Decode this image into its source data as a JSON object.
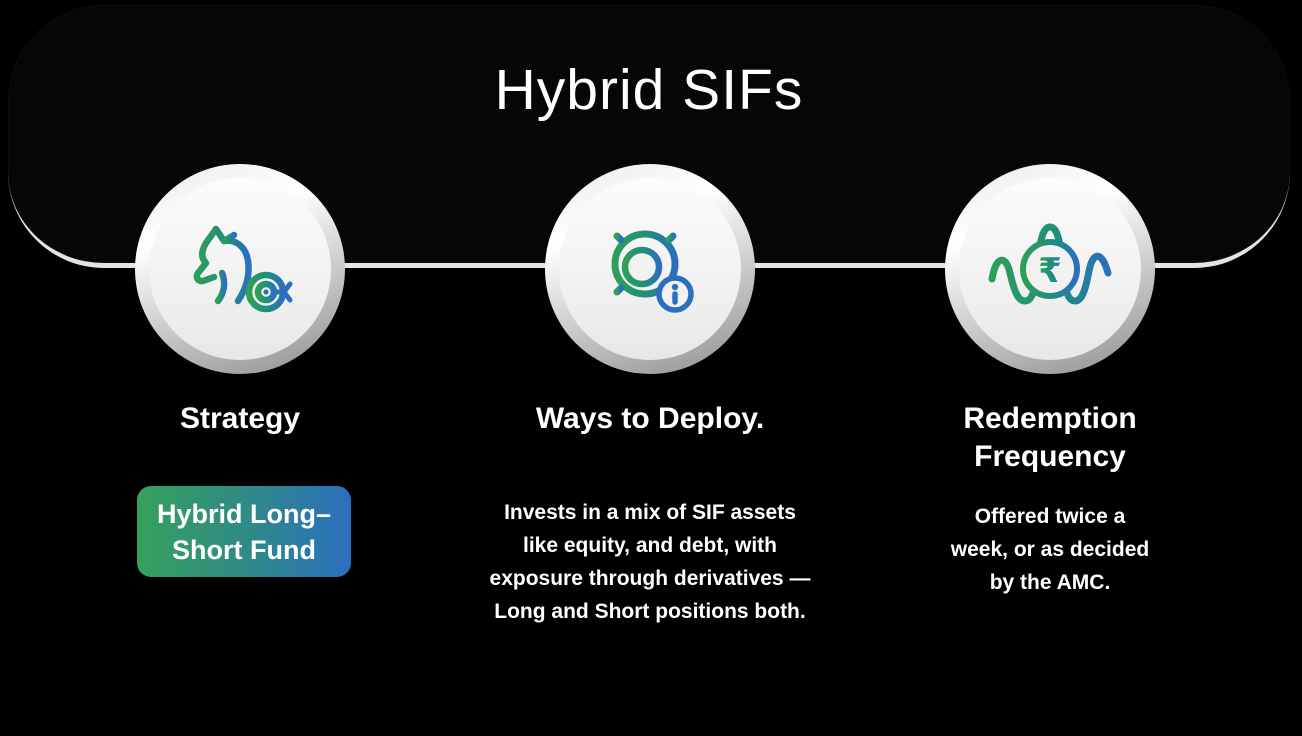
{
  "title": "Hybrid SIFs",
  "columns": [
    {
      "heading": "Strategy",
      "icon": "strategy-knight-target-icon",
      "badge": {
        "full_label": "Hybrid Long–Short Fund",
        "lines": [
          "Hybrid Long–",
          "Short Fund"
        ]
      }
    },
    {
      "heading": "Ways to Deploy.",
      "icon": "gear-info-icon",
      "body_lines": [
        "Invests in a mix of SIF assets",
        "like equity, and debt, with",
        "exposure through derivatives —",
        "Long and Short positions both."
      ]
    },
    {
      "heading_lines": [
        "Redemption",
        "Frequency"
      ],
      "icon": "frequency-wave-rupee-icon",
      "body_lines": [
        "Offered twice a",
        "week, or as decided",
        "by the AMC."
      ]
    }
  ],
  "icons": {
    "rupee_glyph": "₹",
    "info_glyph": "i"
  },
  "colors": {
    "background": "#000000",
    "header_black": "#060606",
    "connector_silver": "#e4e4e4",
    "accent_green": "#2F9E58",
    "accent_teal": "#1F8F7A",
    "accent_blue": "#2C6FBE",
    "badge_gradient_start": "#36A05C",
    "badge_gradient_end": "#2B6FC0",
    "text_white": "#ffffff"
  }
}
